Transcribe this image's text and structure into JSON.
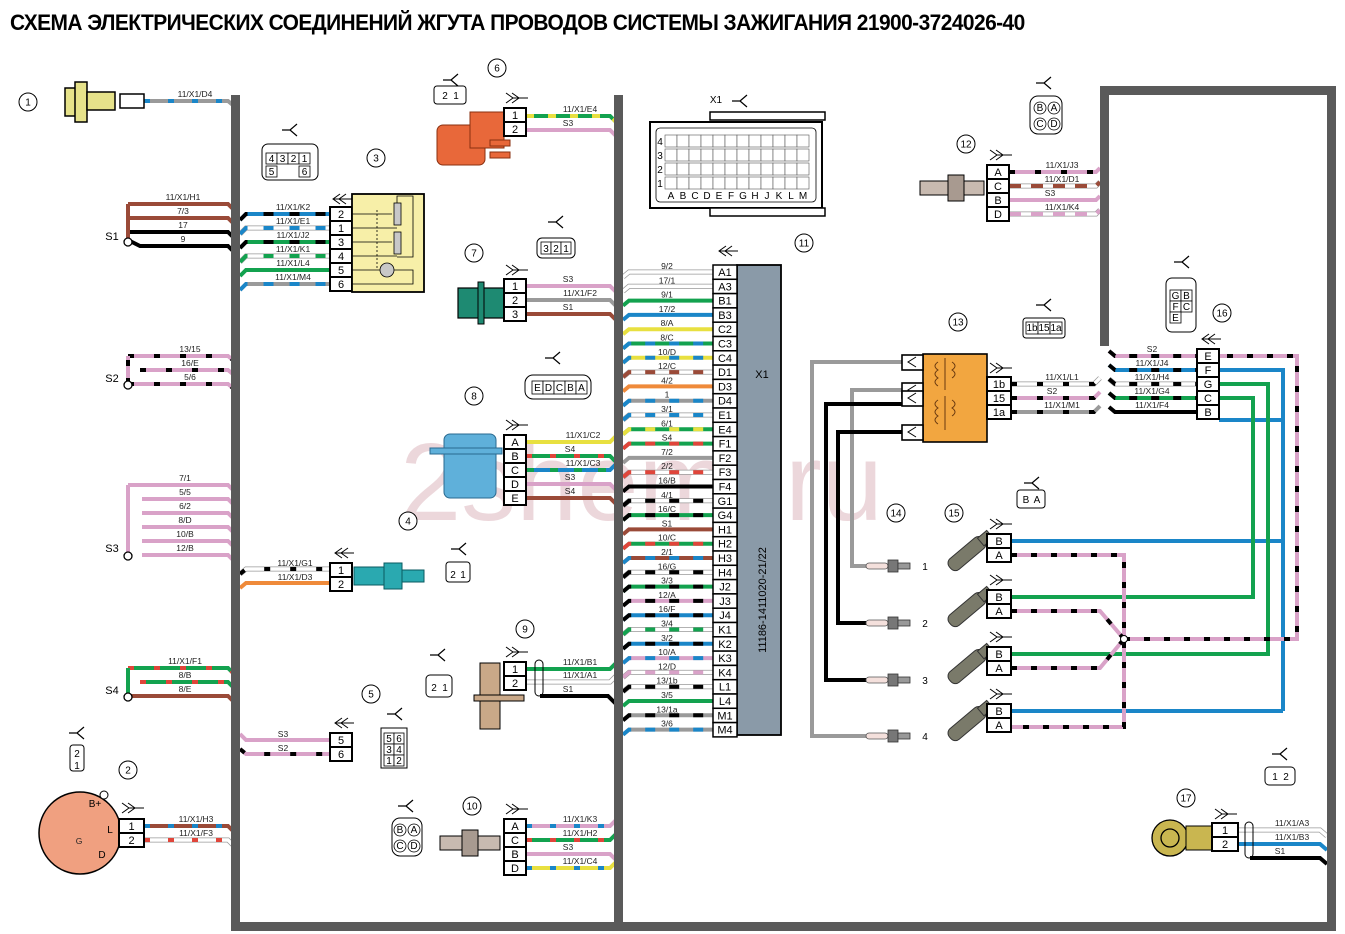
{
  "title": "СХЕМА ЭЛЕКТРИЧЕСКИХ СОЕДИНЕНИЙ  ЖГУТА ПРОВОДОВ СИСТЕМЫ ЗАЖИГАНИЯ 21900-3724026-40",
  "watermark": "2shemi.ru",
  "colors": {
    "bundle": "#5a5a5a",
    "brown": "#9a4a38",
    "black": "#000000",
    "pink": "#d9a2c8",
    "green": "#13a24f",
    "blue": "#1a86c8",
    "gray": "#9a9a9a",
    "yellow": "#e8e040",
    "orange": "#ef8a3a",
    "red": "#e0453a",
    "white": "#ffffff",
    "ecu_body": "#8a9aa8",
    "throttle_body": "#f7efa8",
    "relay_body": "#f2a640",
    "generator": "#f0a080",
    "coil": "#e8683a",
    "sensor_green": "#1e8a72",
    "maf": "#5fb0da",
    "temp_sensor": "#2aa9b0",
    "crank_sensor": "#c9a888",
    "knock_sensor": "#c9b650",
    "injector": "#7a7a6a",
    "phase_sensor": "#e6e28a"
  },
  "components": [
    {
      "id": "1",
      "label": "1"
    },
    {
      "id": "2",
      "label": "2",
      "symbol": "G",
      "terminals": [
        "B+",
        "L",
        "D"
      ]
    },
    {
      "id": "3",
      "label": "3"
    },
    {
      "id": "4",
      "label": "4"
    },
    {
      "id": "5",
      "label": "5"
    },
    {
      "id": "6",
      "label": "6"
    },
    {
      "id": "7",
      "label": "7"
    },
    {
      "id": "8",
      "label": "8"
    },
    {
      "id": "9",
      "label": "9"
    },
    {
      "id": "10",
      "label": "10"
    },
    {
      "id": "11",
      "label": "11"
    },
    {
      "id": "12",
      "label": "12"
    },
    {
      "id": "13",
      "label": "13"
    },
    {
      "id": "14",
      "label": "14"
    },
    {
      "id": "15",
      "label": "15"
    },
    {
      "id": "16",
      "label": "16"
    },
    {
      "id": "17",
      "label": "17"
    }
  ],
  "splices": {
    "S1": {
      "label": "S1",
      "wires": [
        "11/X1/H1",
        "7/3",
        "17",
        "9"
      ]
    },
    "S2": {
      "label": "S2",
      "wires": [
        "13/15",
        "16/E",
        "5/6"
      ]
    },
    "S3": {
      "label": "S3",
      "wires": [
        "7/1",
        "5/5",
        "6/2",
        "8/D",
        "10/B",
        "12/B"
      ]
    },
    "S4": {
      "label": "S4",
      "wires": [
        "11/X1/F1",
        "8/B",
        "8/E"
      ]
    }
  },
  "c1": {
    "wire": "11/X1/D4"
  },
  "c2": {
    "pins": [
      "1",
      "2"
    ],
    "wires": [
      "11/X1/H3",
      "11/X1/F3"
    ],
    "face_pins": [
      "2",
      "1"
    ]
  },
  "c3": {
    "pins": [
      "2",
      "1",
      "3",
      "4",
      "5",
      "6"
    ],
    "wires": [
      "11/X1/K2",
      "11/X1/E1",
      "11/X1/J2",
      "11/X1/K1",
      "11/X1/L4",
      "11/X1/M4"
    ],
    "face_pins": [
      "4",
      "3",
      "2",
      "1",
      "5",
      "6"
    ]
  },
  "c4": {
    "pins": [
      "1",
      "2"
    ],
    "wires": [
      "11/X1/G1",
      "11/X1/D3"
    ],
    "face_pins": [
      "2",
      "1"
    ]
  },
  "c5": {
    "pins": [
      "5",
      "6"
    ],
    "wires": [
      "S3",
      "S2"
    ],
    "face_pins": [
      "5",
      "6",
      "3",
      "4",
      "1",
      "2"
    ]
  },
  "c6": {
    "pins": [
      "1",
      "2"
    ],
    "wires": [
      "11/X1/E4",
      "S3"
    ],
    "face_pins": [
      "2",
      "1"
    ]
  },
  "c7": {
    "pins": [
      "1",
      "2",
      "3"
    ],
    "wires": [
      "S3",
      "11/X1/F2",
      "S1"
    ],
    "face_pins": [
      "3",
      "2",
      "1"
    ]
  },
  "c8": {
    "pins": [
      "A",
      "B",
      "C",
      "D",
      "E"
    ],
    "wires": [
      "11/X1/C2",
      "S4",
      "11/X1/C3",
      "S3",
      "S4"
    ],
    "face_pins": [
      "E",
      "D",
      "C",
      "B",
      "A"
    ]
  },
  "c9": {
    "pins": [
      "1",
      "2"
    ],
    "wires": [
      "11/X1/B1",
      "11/X1/A1",
      "S1"
    ],
    "face_pins": [
      "2",
      "1"
    ]
  },
  "c10": {
    "pins": [
      "A",
      "C",
      "B",
      "D"
    ],
    "wires": [
      "11/X1/K3",
      "11/X1/H2",
      "S3",
      "11/X1/C4"
    ],
    "face_pins": [
      "B",
      "A",
      "C",
      "D"
    ]
  },
  "c11": {
    "connector_label": "X1",
    "body_label": "X1",
    "part_number": "11186-1411020-21/22",
    "face_rows": [
      "4",
      "3",
      "2",
      "1"
    ],
    "face_cols": [
      "A",
      "B",
      "C",
      "D",
      "E",
      "F",
      "G",
      "H",
      "J",
      "K",
      "L",
      "M"
    ],
    "pins": [
      {
        "pin": "A1",
        "wire": "9/2"
      },
      {
        "pin": "A3",
        "wire": "17/1"
      },
      {
        "pin": "B1",
        "wire": "9/1"
      },
      {
        "pin": "B3",
        "wire": "17/2"
      },
      {
        "pin": "C2",
        "wire": "8/A"
      },
      {
        "pin": "C3",
        "wire": "8/C"
      },
      {
        "pin": "C4",
        "wire": "10/D"
      },
      {
        "pin": "D1",
        "wire": "12/C"
      },
      {
        "pin": "D3",
        "wire": "4/2"
      },
      {
        "pin": "D4",
        "wire": "1"
      },
      {
        "pin": "E1",
        "wire": "3/1"
      },
      {
        "pin": "E4",
        "wire": "6/1"
      },
      {
        "pin": "F1",
        "wire": "S4"
      },
      {
        "pin": "F2",
        "wire": "7/2"
      },
      {
        "pin": "F3",
        "wire": "2/2"
      },
      {
        "pin": "F4",
        "wire": "16/B"
      },
      {
        "pin": "G1",
        "wire": "4/1"
      },
      {
        "pin": "G4",
        "wire": "16/C"
      },
      {
        "pin": "H1",
        "wire": "S1"
      },
      {
        "pin": "H2",
        "wire": "10/C"
      },
      {
        "pin": "H3",
        "wire": "2/1"
      },
      {
        "pin": "H4",
        "wire": "16/G"
      },
      {
        "pin": "J2",
        "wire": "3/3"
      },
      {
        "pin": "J3",
        "wire": "12/A"
      },
      {
        "pin": "J4",
        "wire": "16/F"
      },
      {
        "pin": "K1",
        "wire": "3/4"
      },
      {
        "pin": "K2",
        "wire": "3/2"
      },
      {
        "pin": "K3",
        "wire": "10/A"
      },
      {
        "pin": "K4",
        "wire": "12/D"
      },
      {
        "pin": "L1",
        "wire": "13/1b"
      },
      {
        "pin": "L4",
        "wire": "3/5"
      },
      {
        "pin": "M1",
        "wire": "13/1a"
      },
      {
        "pin": "M4",
        "wire": "3/6"
      }
    ]
  },
  "c12": {
    "pins": [
      "A",
      "C",
      "B",
      "D"
    ],
    "wires": [
      "11/X1/J3",
      "11/X1/D1",
      "S3",
      "11/X1/K4"
    ],
    "face_pins": [
      "B",
      "A",
      "C",
      "D"
    ]
  },
  "c13": {
    "pins": [
      "1b",
      "15",
      "1a"
    ],
    "wires": [
      "11/X1/L1",
      "S2",
      "11/X1/M1"
    ],
    "face_pins": [
      "1b",
      "15",
      "1a"
    ]
  },
  "c14": {
    "plugs": [
      "1",
      "2",
      "3",
      "4"
    ]
  },
  "c15": {
    "pins": [
      "B",
      "A"
    ],
    "face_pins": [
      "B",
      "A"
    ]
  },
  "c16": {
    "pins": [
      "E",
      "F",
      "G",
      "C",
      "B"
    ],
    "wires": [
      "S2",
      "11/X1/J4",
      "11/X1/H4",
      "11/X1/G4",
      "11/X1/F4"
    ],
    "face_pins": [
      "G",
      "B",
      "F",
      "C",
      "E"
    ]
  },
  "c17": {
    "pins": [
      "1",
      "2"
    ],
    "wires": [
      "11/X1/A3",
      "11/X1/B3",
      "S1"
    ],
    "face_pins": [
      "1",
      "2"
    ]
  }
}
